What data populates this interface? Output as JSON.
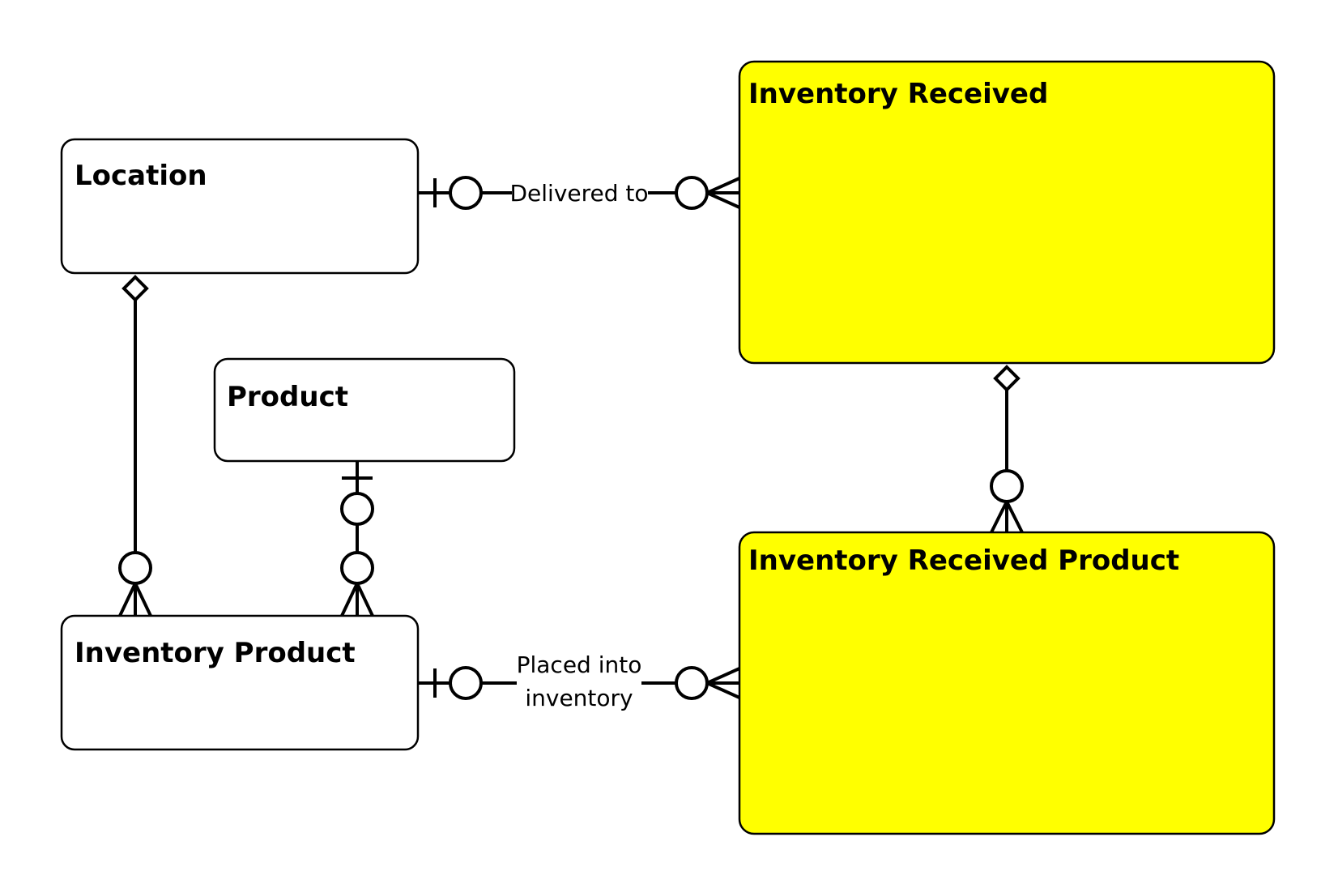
{
  "colors": {
    "default_fill": "#ffffff",
    "highlight_fill": "#ffff00",
    "stroke": "#000000"
  },
  "entities": {
    "location": {
      "name": "Location",
      "fill": "#ffffff"
    },
    "product": {
      "name": "Product",
      "fill": "#ffffff"
    },
    "inventory_product": {
      "name": "Inventory Product",
      "fill": "#ffffff"
    },
    "inventory_received": {
      "name": "Inventory Received",
      "fill": "#ffff00"
    },
    "inventory_received_product": {
      "name": "Inventory Received Product",
      "fill": "#ffff00"
    }
  },
  "relationships": {
    "delivered_to": {
      "label": "Delivered to",
      "from": "location",
      "to": "inventory_received",
      "from_cardinality": "zero-or-one",
      "to_cardinality": "zero-or-many"
    },
    "placed_into_inventory": {
      "label_line1": "Placed into",
      "label_line2": "inventory",
      "from": "inventory_product",
      "to": "inventory_received_product",
      "from_cardinality": "zero-or-one",
      "to_cardinality": "zero-or-many"
    },
    "location_inventory_product": {
      "from": "location",
      "to": "inventory_product",
      "from_cardinality": "aggregation",
      "to_cardinality": "zero-or-many"
    },
    "product_inventory_product": {
      "from": "product",
      "to": "inventory_product",
      "from_cardinality": "zero-or-one",
      "to_cardinality": "zero-or-many"
    },
    "received_received_product": {
      "from": "inventory_received",
      "to": "inventory_received_product",
      "from_cardinality": "aggregation",
      "to_cardinality": "zero-or-many"
    }
  }
}
